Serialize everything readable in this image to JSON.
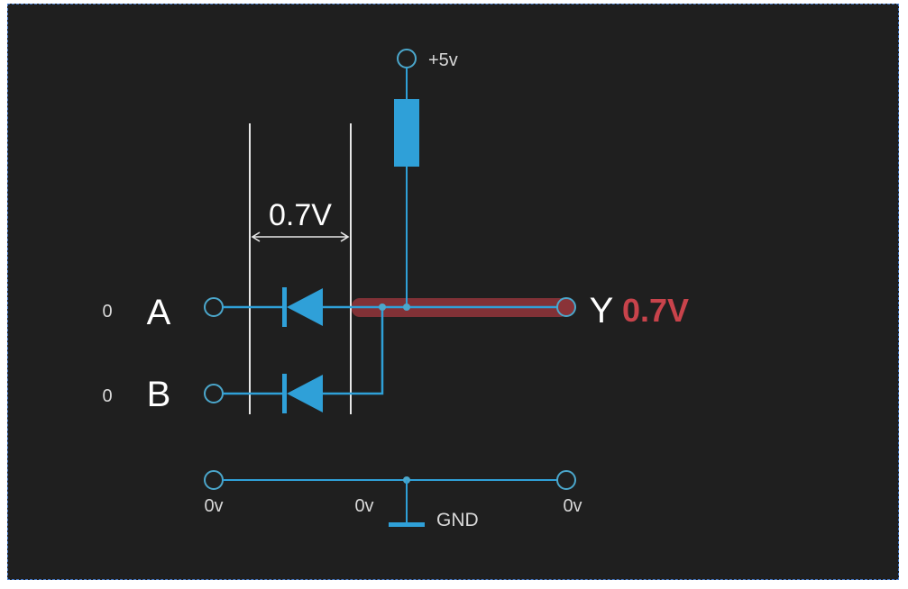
{
  "supply_label": "+5v",
  "drop_label": "0.7V",
  "inputs": {
    "a": {
      "name": "A",
      "value": "0"
    },
    "b": {
      "name": "B",
      "value": "0"
    }
  },
  "output": {
    "name": "Y",
    "value": "0.7V"
  },
  "ground": {
    "left_label": "0v",
    "mid_label": "0v",
    "right_label": "0v",
    "gnd_label": "GND"
  },
  "colors": {
    "background": "#1f1f1f",
    "wire": "#2fa0d8",
    "terminal": "#4ba7cc",
    "highlight": "#8a3338",
    "output_value": "#c8434b",
    "guide": "#e6e6e6"
  }
}
